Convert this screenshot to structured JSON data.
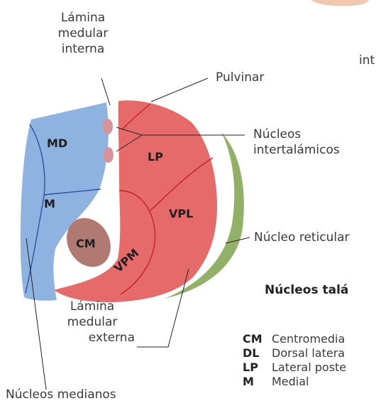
{
  "labels": {
    "lamina_interna": [
      "Lámina",
      "medular",
      "interna"
    ],
    "pulvinar": "Pulvinar",
    "intertalamicos": [
      "Núcleos",
      "intertalámicos"
    ],
    "reticular": "Núcleo reticular",
    "lamina_externa": [
      "Lámina",
      "medular",
      "externa"
    ],
    "medianos": "Núcleos medianos",
    "cut_top_right": "int"
  },
  "regions": {
    "MD": "MD",
    "M": "M",
    "CM": "CM",
    "LP": "LP",
    "VPL": "VPL",
    "VPM": "VPM"
  },
  "legend": {
    "title": "Núcleos talá",
    "items": [
      {
        "abbr": "CM",
        "desc": "Centromedia"
      },
      {
        "abbr": "DL",
        "desc": "Dorsal latera"
      },
      {
        "abbr": "LP",
        "desc": "Lateral poste"
      },
      {
        "abbr": "M",
        "desc": "Medial"
      }
    ]
  },
  "colors": {
    "medial_blue": "#8fb3e0",
    "lateral_red": "#e66a6a",
    "cm_brown": "#b07a72",
    "reticular_green": "#93b068",
    "divider_blue": "#2f4fa0",
    "divider_red": "#c0222a"
  }
}
